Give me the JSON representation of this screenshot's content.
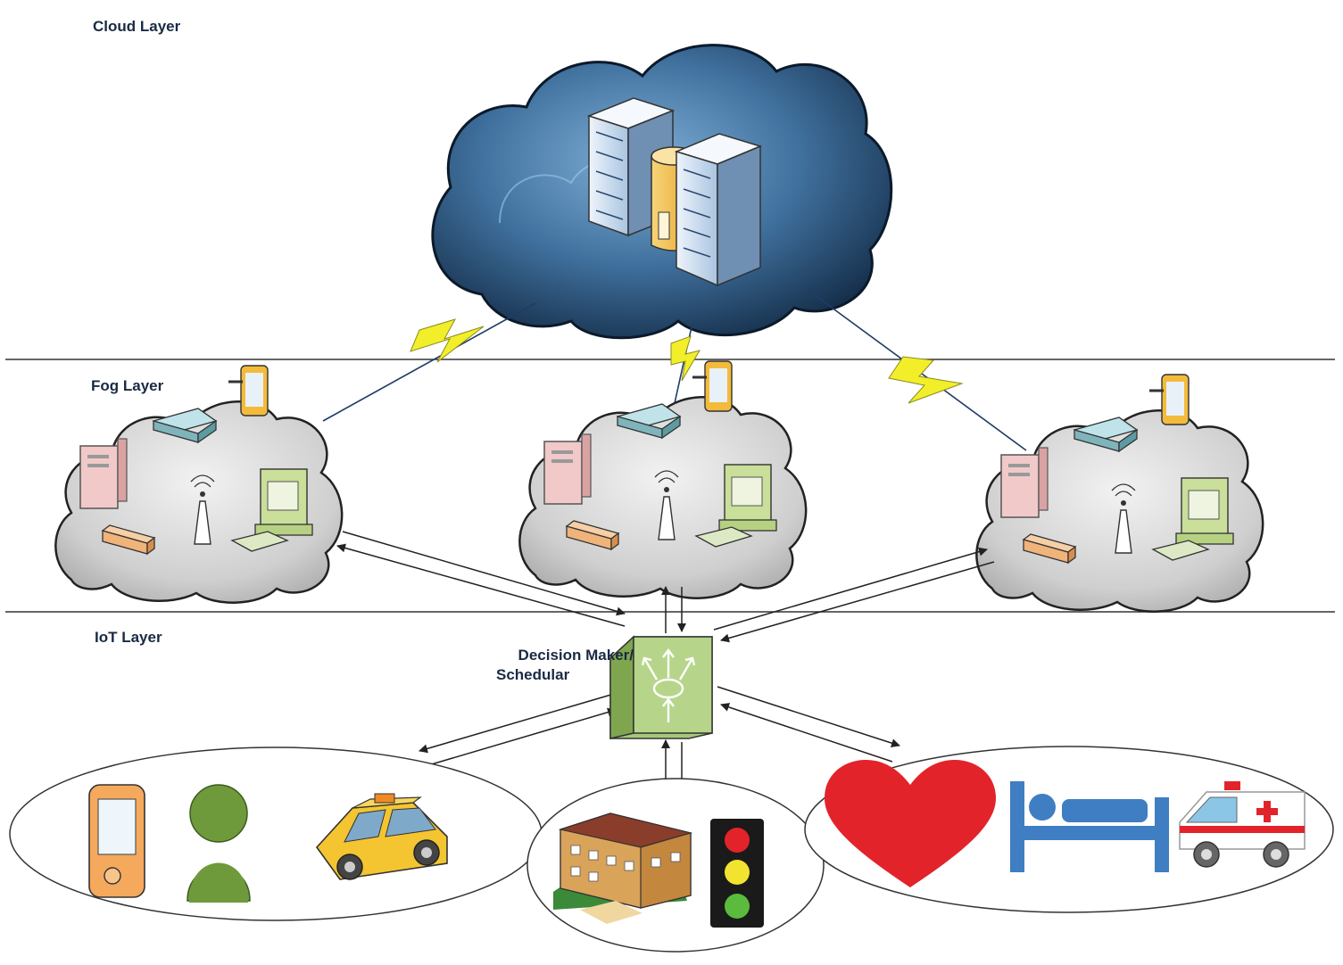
{
  "layers": {
    "cloud": "Cloud Layer",
    "fog": "Fog Layer",
    "iot": "IoT Layer"
  },
  "decision_maker": {
    "line1": "Decision Maker/",
    "line2": "Schedular"
  },
  "fog_nodes": [
    {
      "devices": [
        "pc-tower-icon",
        "router-icon",
        "tablet-icon",
        "antenna-icon",
        "desktop-computer-icon",
        "switch-icon"
      ]
    },
    {
      "devices": [
        "pc-tower-icon",
        "router-icon",
        "tablet-icon",
        "antenna-icon",
        "desktop-computer-icon",
        "switch-icon"
      ]
    },
    {
      "devices": [
        "pc-tower-icon",
        "router-icon",
        "tablet-icon",
        "antenna-icon",
        "desktop-computer-icon",
        "switch-icon"
      ]
    }
  ],
  "iot_groups": [
    {
      "devices": [
        "mobile-phone-icon",
        "user-icon",
        "taxi-icon"
      ]
    },
    {
      "devices": [
        "building-icon",
        "traffic-light-icon"
      ]
    },
    {
      "devices": [
        "heart-icon",
        "hospital-bed-icon",
        "ambulance-icon"
      ]
    }
  ],
  "colors": {
    "cloud_dark": "#1e3d5c",
    "cloud_light": "#5b8fbd",
    "fog_cloud": "#d3d3d3",
    "lightning": "#f2ef2a",
    "decision_box": "#9ec26a",
    "heart": "#e3232a",
    "bed": "#3f7ec2",
    "taxi": "#f4c531",
    "user": "#6e9a3c",
    "traffic_light_body": "#1a1a1a"
  }
}
